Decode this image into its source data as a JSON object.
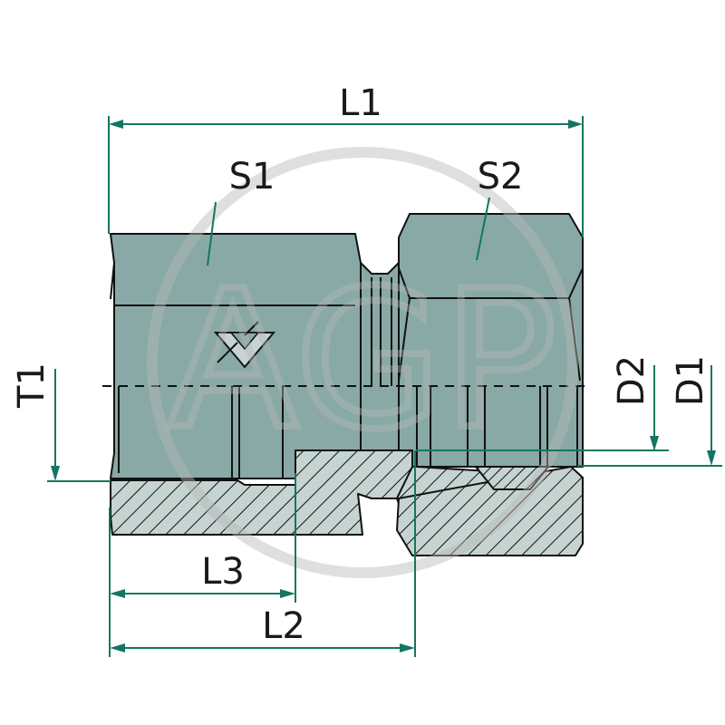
{
  "diagram": {
    "type": "technical-drawing",
    "subject": "Hydraulic female-female reducing adapter (cross-section)",
    "colors": {
      "body": "#88a9a6",
      "section": "#c5d3d1",
      "dimension": "#13775f",
      "outline": "#111111",
      "watermark": "#b8b8b8"
    },
    "labels": {
      "L1": "L1",
      "L2": "L2",
      "L3": "L3",
      "S1": "S1",
      "S2": "S2",
      "T1": "T1",
      "D1": "D1",
      "D2": "D2"
    },
    "watermark": {
      "text": "AGP"
    }
  }
}
